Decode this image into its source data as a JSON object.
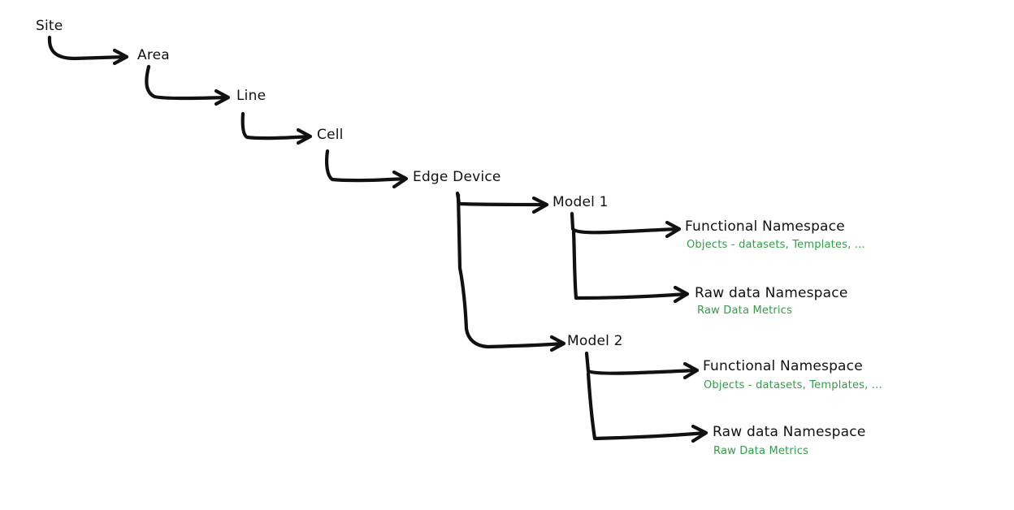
{
  "diagram": {
    "nodes": {
      "site": "Site",
      "area": "Area",
      "line": "Line",
      "cell": "Cell",
      "edge_device": "Edge Device",
      "model_1": "Model 1",
      "model_2": "Model 2",
      "m1_functional": "Functional Namespace",
      "m1_functional_desc": "Objects - datasets, Templates, ...",
      "m1_raw": "Raw data Namespace",
      "m1_raw_desc": "Raw Data Metrics",
      "m2_functional": "Functional Namespace",
      "m2_functional_desc": "Objects - datasets, Templates, ...",
      "m2_raw": "Raw data Namespace",
      "m2_raw_desc": "Raw Data Metrics"
    },
    "colors": {
      "stroke": "#111111",
      "label": "#111111",
      "description": "#2f9e44",
      "background": "#ffffff"
    }
  }
}
